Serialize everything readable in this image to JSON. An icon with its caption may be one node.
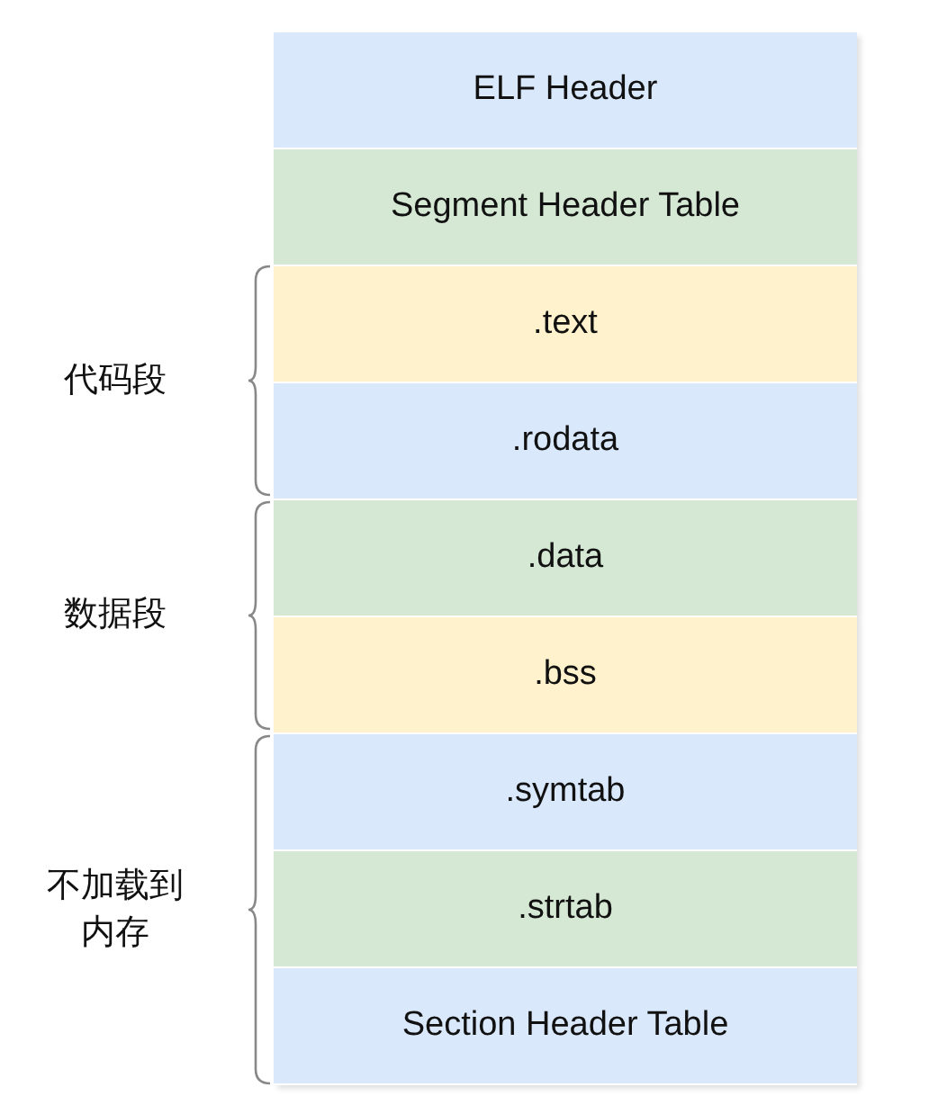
{
  "diagram": {
    "nodes": [
      {
        "text": [
          "ELF Header"
        ]
      },
      {
        "text": [
          "Segment Header Table"
        ]
      },
      {
        "text": [
          ".text"
        ]
      },
      {
        "text": [
          ".rodata"
        ]
      },
      {
        "text": [
          ".data"
        ]
      },
      {
        "text": [
          ".bss"
        ]
      },
      {
        "text": [
          ".symtab"
        ]
      },
      {
        "text": [
          ".strtab"
        ]
      },
      {
        "text": [
          "Section Header Table"
        ]
      }
    ],
    "labels": [
      "代码段",
      "数据段",
      "不加载到内存"
    ]
  }
}
